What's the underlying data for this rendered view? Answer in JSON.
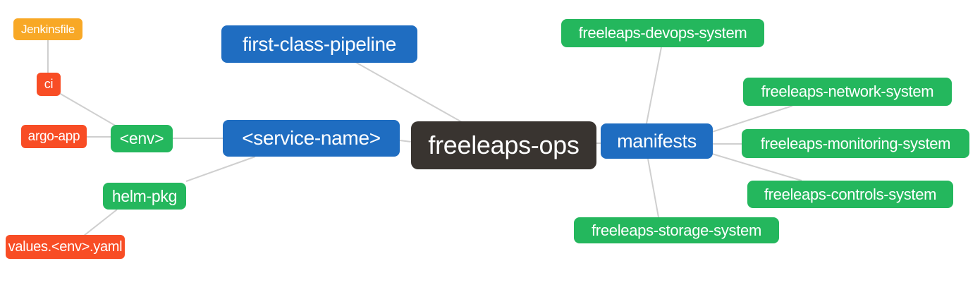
{
  "diagram": {
    "type": "mindmap",
    "root": "freeleaps_ops",
    "palette": {
      "blue": "#1f6dc1",
      "green": "#24b75d",
      "orange": "#f8a826",
      "red_orange": "#f84d25",
      "dark": "#393430",
      "edge_gray": "#cfcfcf",
      "background": "#ffffff",
      "text": "#ffffff"
    },
    "nodes": {
      "jenkinsfile": {
        "label": "Jenkinsfile",
        "color": "#f8a826"
      },
      "ci": {
        "label": "ci",
        "color": "#f84d25"
      },
      "argo_app": {
        "label": "argo-app",
        "color": "#f84d25"
      },
      "env": {
        "label": "<env>",
        "color": "#24b75d"
      },
      "helm_pkg": {
        "label": "helm-pkg",
        "color": "#24b75d"
      },
      "values_env_yaml": {
        "label": "values.<env>.yaml",
        "color": "#f84d25"
      },
      "first_class_pipeline": {
        "label": "first-class-pipeline",
        "color": "#1f6dc1"
      },
      "service_name": {
        "label": "<service-name>",
        "color": "#1f6dc1"
      },
      "freeleaps_ops": {
        "label": "freeleaps-ops",
        "color": "#393430"
      },
      "manifests": {
        "label": "manifests",
        "color": "#1f6dc1"
      },
      "devops_system": {
        "label": "freeleaps-devops-system",
        "color": "#24b75d"
      },
      "network_system": {
        "label": "freeleaps-network-system",
        "color": "#24b75d"
      },
      "monitoring_system": {
        "label": "freeleaps-monitoring-system",
        "color": "#24b75d"
      },
      "controls_system": {
        "label": "freeleaps-controls-system",
        "color": "#24b75d"
      },
      "storage_system": {
        "label": "freeleaps-storage-system",
        "color": "#24b75d"
      }
    },
    "edges": [
      [
        "jenkinsfile",
        "ci"
      ],
      [
        "ci",
        "env"
      ],
      [
        "argo_app",
        "env"
      ],
      [
        "env",
        "service_name"
      ],
      [
        "service_name",
        "helm_pkg"
      ],
      [
        "helm_pkg",
        "values_env_yaml"
      ],
      [
        "first_class_pipeline",
        "freeleaps_ops"
      ],
      [
        "service_name",
        "freeleaps_ops"
      ],
      [
        "freeleaps_ops",
        "manifests"
      ],
      [
        "manifests",
        "devops_system"
      ],
      [
        "manifests",
        "network_system"
      ],
      [
        "manifests",
        "monitoring_system"
      ],
      [
        "manifests",
        "controls_system"
      ],
      [
        "manifests",
        "storage_system"
      ]
    ]
  }
}
